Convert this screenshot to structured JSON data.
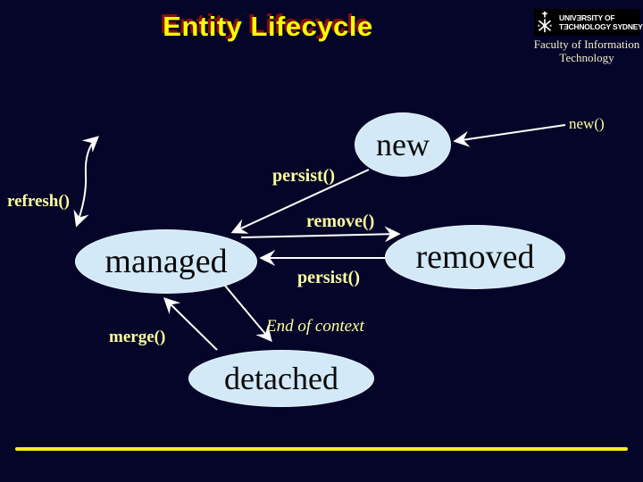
{
  "title": "Entity Lifecycle",
  "logo": {
    "line1": "UNIVƎRSITY OF",
    "line2": "TƎCHNOLOGY SYDNEY",
    "faculty_line1": "Faculty of Information",
    "faculty_line2": "Technology"
  },
  "diagram": {
    "type": "state-diagram",
    "states": [
      {
        "id": "new",
        "label": "new"
      },
      {
        "id": "managed",
        "label": "managed"
      },
      {
        "id": "removed",
        "label": "removed"
      },
      {
        "id": "detached",
        "label": "detached"
      }
    ],
    "transitions": [
      {
        "id": "new-call",
        "label": "new()",
        "from": "(constructor)",
        "to": "new"
      },
      {
        "id": "persist-top",
        "label": "persist()",
        "from": "new",
        "to": "managed"
      },
      {
        "id": "refresh",
        "label": "refresh()",
        "from": "managed",
        "to": "managed"
      },
      {
        "id": "remove",
        "label": "remove()",
        "from": "managed",
        "to": "removed"
      },
      {
        "id": "persist-bottom",
        "label": "persist()",
        "from": "removed",
        "to": "managed"
      },
      {
        "id": "merge",
        "label": "merge()",
        "from": "detached",
        "to": "managed"
      },
      {
        "id": "end-of-context",
        "label": "End of context",
        "from": "managed",
        "to": "detached"
      }
    ]
  },
  "colors": {
    "background": "#050529",
    "title_text": "#ffff00",
    "title_shadow": "#8b0e04",
    "state_fill": "#d3e9f8",
    "state_text": "#0a0a0a",
    "transition_label": "#ffff9e",
    "arrow_line": "#ffffff",
    "logo_box": "#000000",
    "logo_text": "#ffffff",
    "faculty_text": "#f3efc9",
    "bottom_rule": "#f8ef15"
  }
}
